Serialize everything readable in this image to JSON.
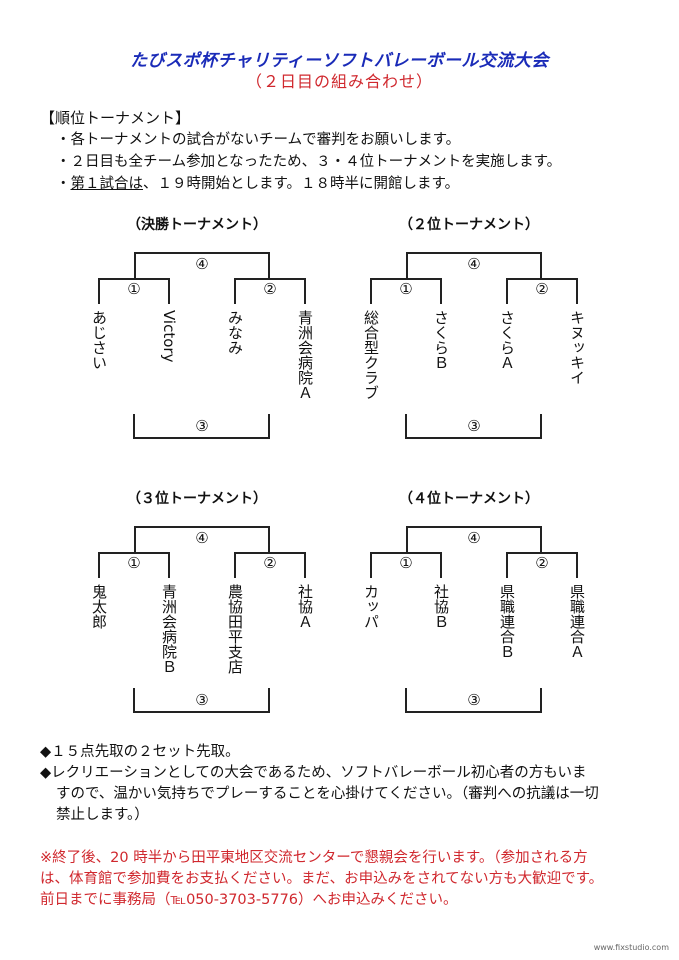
{
  "title": "たびスポ杯チャリティーソフトバレーボール交流大会",
  "subtitle": "（２日目の組み合わせ）",
  "section": {
    "heading": "【順位トーナメント】",
    "bullets": [
      "・各トーナメントの試合がないチームで審判をお願いします。",
      "・２日目も全チーム参加となったため、３・４位トーナメントを実施します。"
    ],
    "bullet3_dot": "・",
    "bullet3_underlined": "第１試合は",
    "bullet3_rest": "、１９時開始とします。１８時半に開館します。"
  },
  "brackets": [
    {
      "title": "（決勝トーナメント）",
      "m1": "①",
      "m2": "②",
      "m3": "③",
      "m4": "④",
      "teams": [
        "あじさい",
        "Victory",
        "みなみ",
        "青洲会病院Ａ"
      ]
    },
    {
      "title": "（２位トーナメント）",
      "m1": "①",
      "m2": "②",
      "m3": "③",
      "m4": "④",
      "teams": [
        "総合型クラブ",
        "さくらＢ",
        "さくらＡ",
        "キヌッキイ"
      ]
    },
    {
      "title": "（３位トーナメント）",
      "m1": "①",
      "m2": "②",
      "m3": "③",
      "m4": "④",
      "teams": [
        "鬼太郎",
        "青洲会病院Ｂ",
        "農協田平支店",
        "社協Ａ"
      ]
    },
    {
      "title": "（４位トーナメント）",
      "m1": "①",
      "m2": "②",
      "m3": "③",
      "m4": "④",
      "teams": [
        "カッパ",
        "社協Ｂ",
        "県職連合Ｂ",
        "県職連合Ａ"
      ]
    }
  ],
  "notes": {
    "line1": "◆１５点先取の２セット先取。",
    "line2": "◆レクリエーションとしての大会であるため、ソフトバレーボール初心者の方もいま",
    "line3": "すので、温かい気持ちでプレーすることを心掛けてください。（審判への抗議は一切",
    "line4": "禁止します。）"
  },
  "red_note": {
    "line1": "※終了後、20 時半から田平東地区交流センターで懇親会を行います。（参加される方",
    "line2": "は、体育館で参加費をお支払ください。まだ、お申込みをされてない方も大歓迎です。",
    "line3": "前日までに事務局（℡050-3703-5776）へお申込みください。"
  },
  "watermark": "www.fixstudio.com"
}
